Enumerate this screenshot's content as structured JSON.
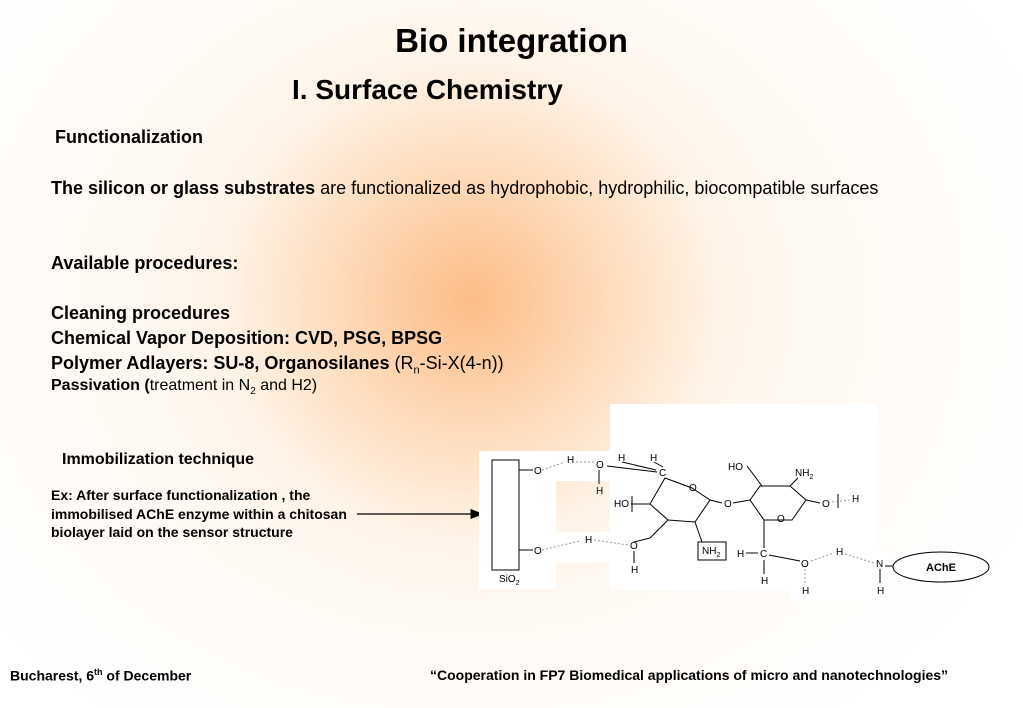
{
  "title": "Bio integration",
  "subtitle": "I.  Surface Chemistry",
  "functionalization": {
    "heading": "Functionalization",
    "intro_bold": "The silicon or glass substrates",
    "intro_rest": " are functionalized as hydrophobic, hydrophilic, biocompatible surfaces"
  },
  "procedures": {
    "heading": "Available procedures:",
    "cleaning": "Cleaning procedures",
    "cvd": "Chemical Vapor Deposition: CVD, PSG, BPSG",
    "polymer_bold": "Polymer Adlayers: SU-8, Organosilanes",
    "polymer_formula_a": " (R",
    "polymer_formula_sub": "n",
    "polymer_formula_b": "-Si-X(4-n))",
    "passivation_bold": "Passivation (",
    "passivation_a": "treatment in N",
    "passivation_sub": "2",
    "passivation_b": " and H2)"
  },
  "immobilization": {
    "heading": "Immobilization technique",
    "example": "Ex:   After surface functionalization , the immobilised AChE enzyme within a chitosan biolayer laid on the sensor structure"
  },
  "diagram": {
    "substrate": "SiO",
    "substrate_sub": "2",
    "enzyme": "AChE",
    "atoms": {
      "O": "O",
      "H": "H",
      "C": "C",
      "N": "N",
      "HO": "HO",
      "NH": "NH",
      "NH2": "NH",
      "sub2": "2"
    }
  },
  "footer": {
    "left_a": "Bucharest, 6",
    "left_sup": "th",
    "left_b": " of December",
    "right": "“Cooperation in FP7 Biomedical applications of micro and nanotechnologies”"
  }
}
